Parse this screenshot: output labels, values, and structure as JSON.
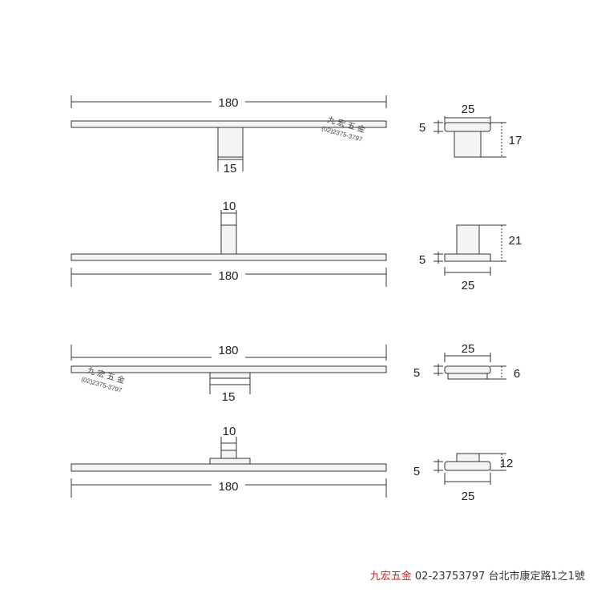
{
  "rows": [
    {
      "length": "180",
      "stem_width": "15",
      "side_width": "25",
      "plate_thickness": "5",
      "side_height": "17"
    },
    {
      "length": "180",
      "stem_width": "10",
      "side_width": "25",
      "plate_thickness": "5",
      "side_height": "21"
    },
    {
      "length": "180",
      "stem_width": "15",
      "side_width": "25",
      "plate_thickness": "5",
      "side_height": "6"
    },
    {
      "length": "180",
      "stem_width": "10",
      "side_width": "25",
      "plate_thickness": "5",
      "side_height": "12"
    }
  ],
  "watermark": {
    "name": "九 宏 五 金",
    "phone": "(02)2375-3797"
  },
  "footer": {
    "brand": "九宏五金",
    "phone": "02-23753797",
    "address": "台北市康定路1之1號"
  }
}
